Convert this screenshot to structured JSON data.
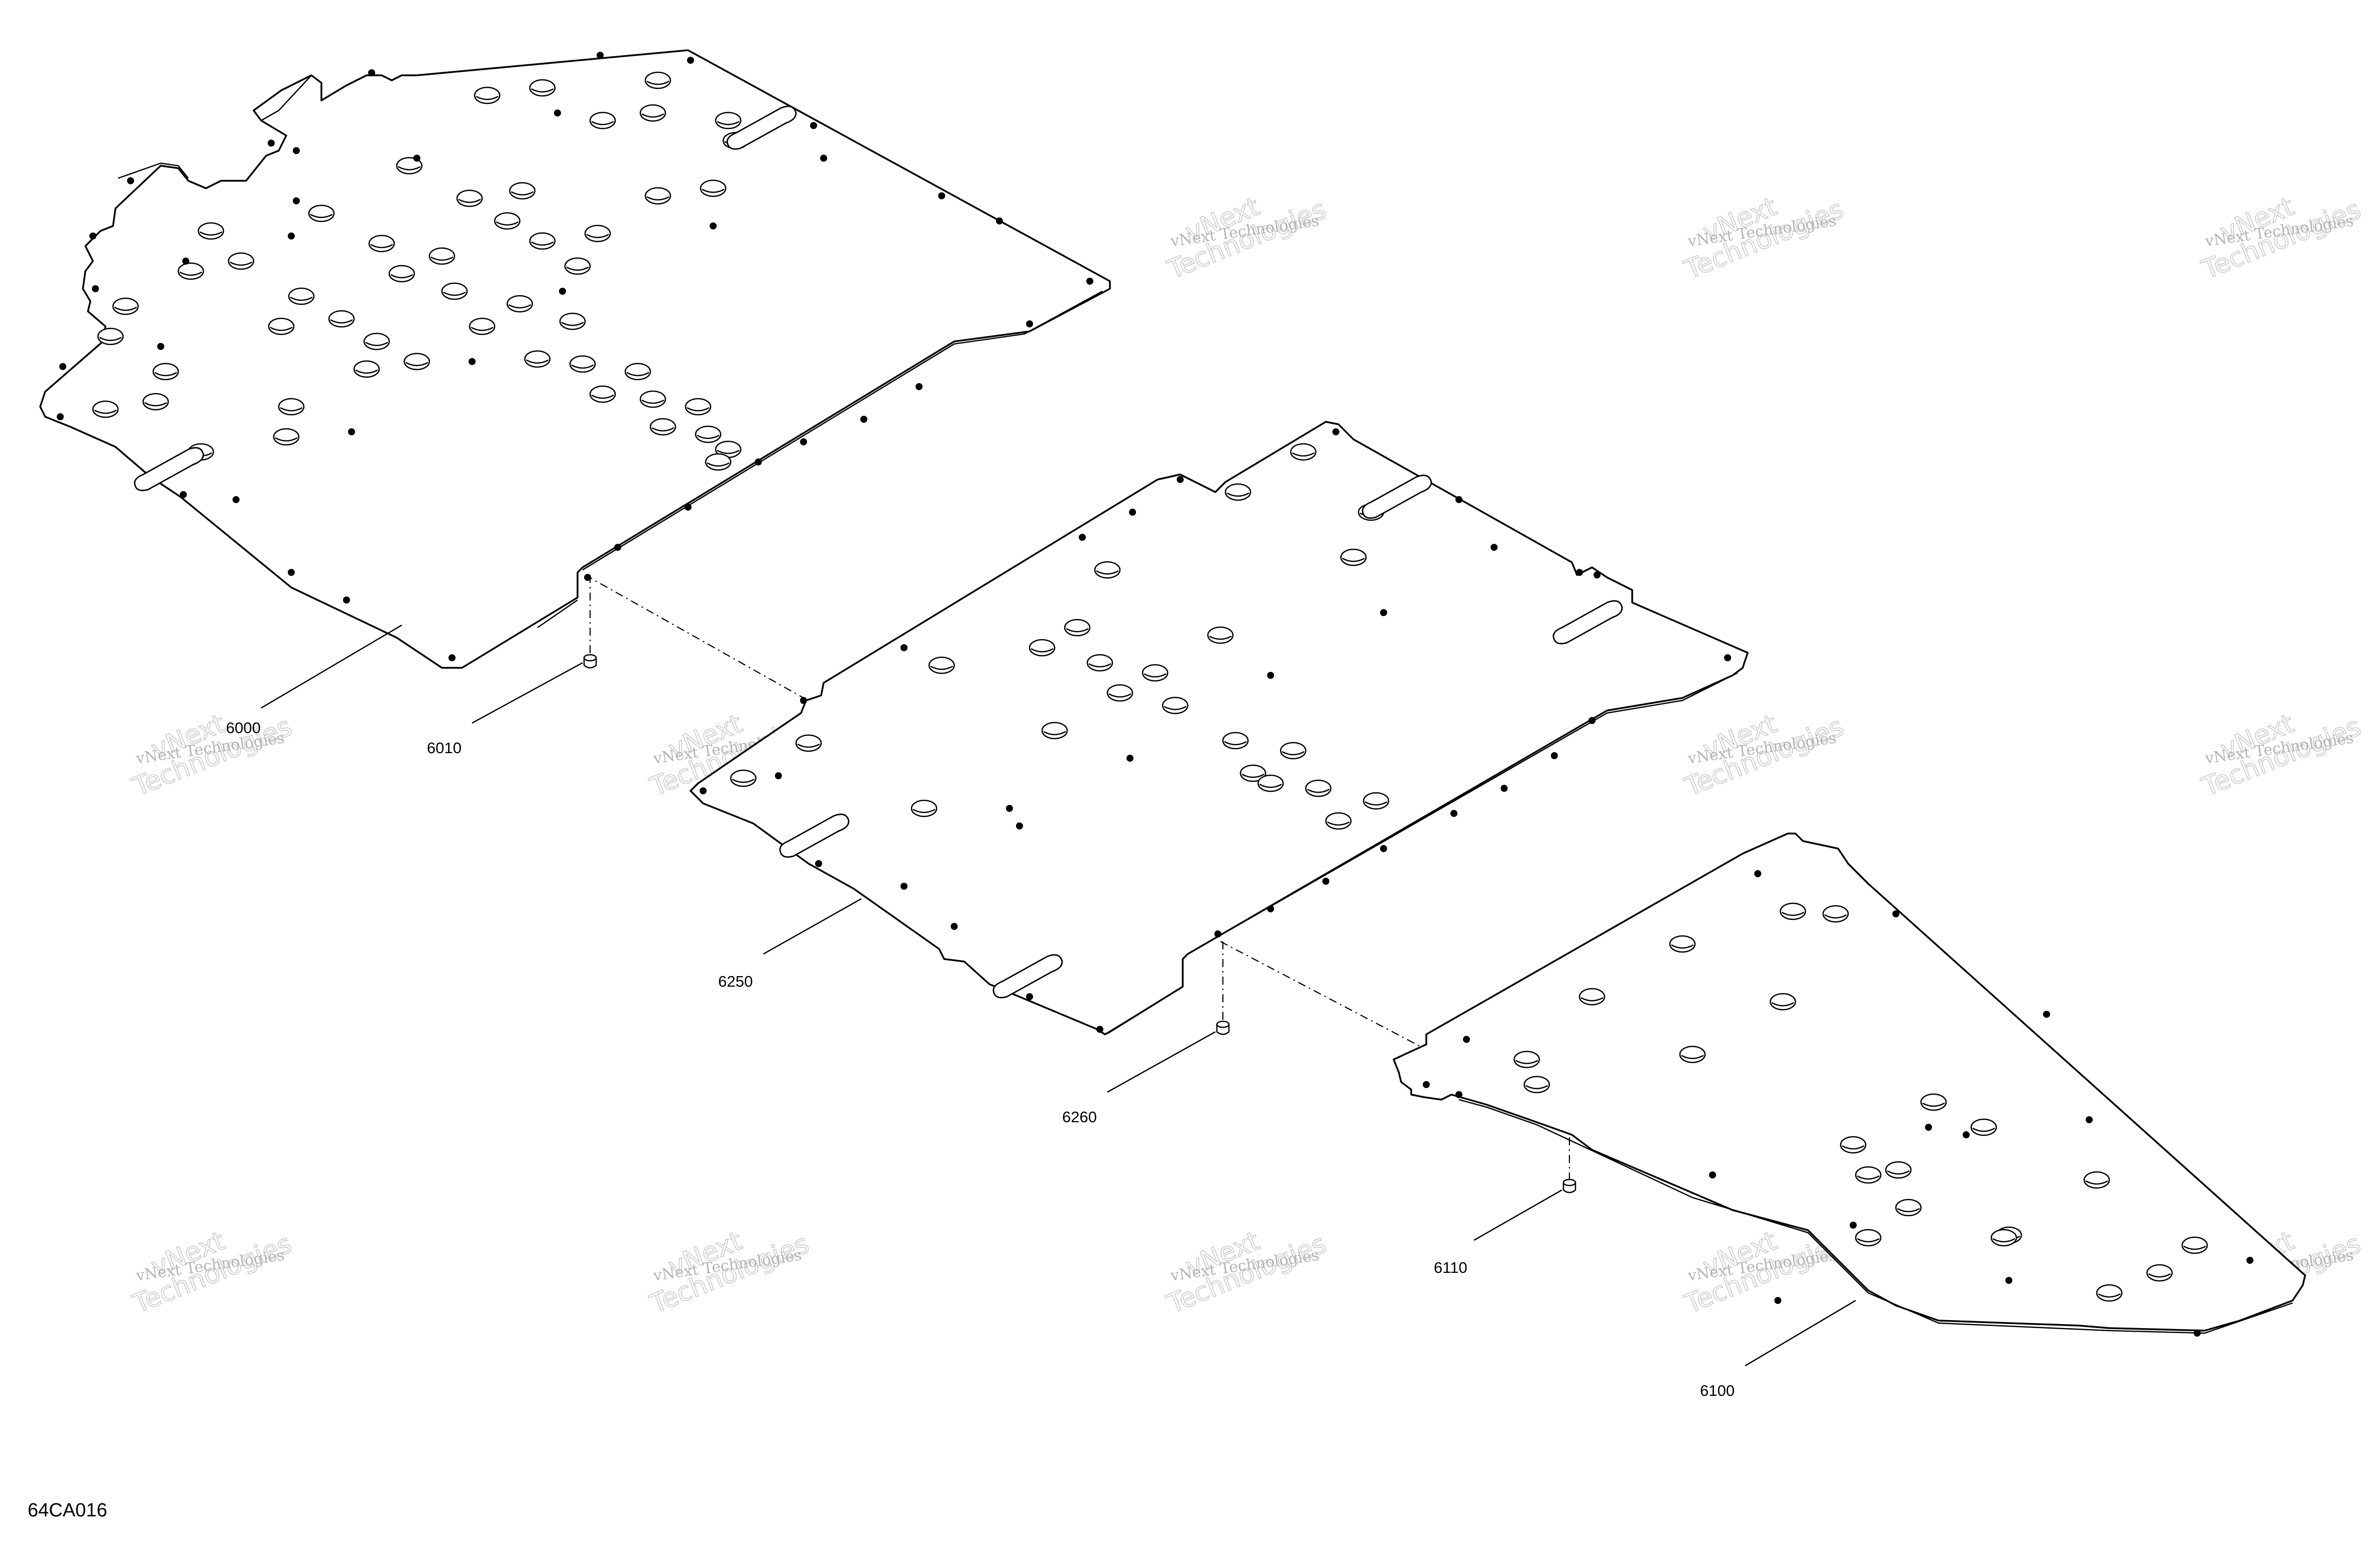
{
  "figure_id": "64CA016",
  "watermark": {
    "line1": "vNext",
    "line2": "Technologies",
    "small": "vNext Technologies"
  },
  "callouts": {
    "part_6000": "6000",
    "part_6010": "6010",
    "part_6250": "6250",
    "part_6260": "6260",
    "part_6110": "6110",
    "part_6100": "6100"
  },
  "colors": {
    "line": "#000000",
    "background": "#ffffff",
    "watermark": "#c8c8c8"
  }
}
